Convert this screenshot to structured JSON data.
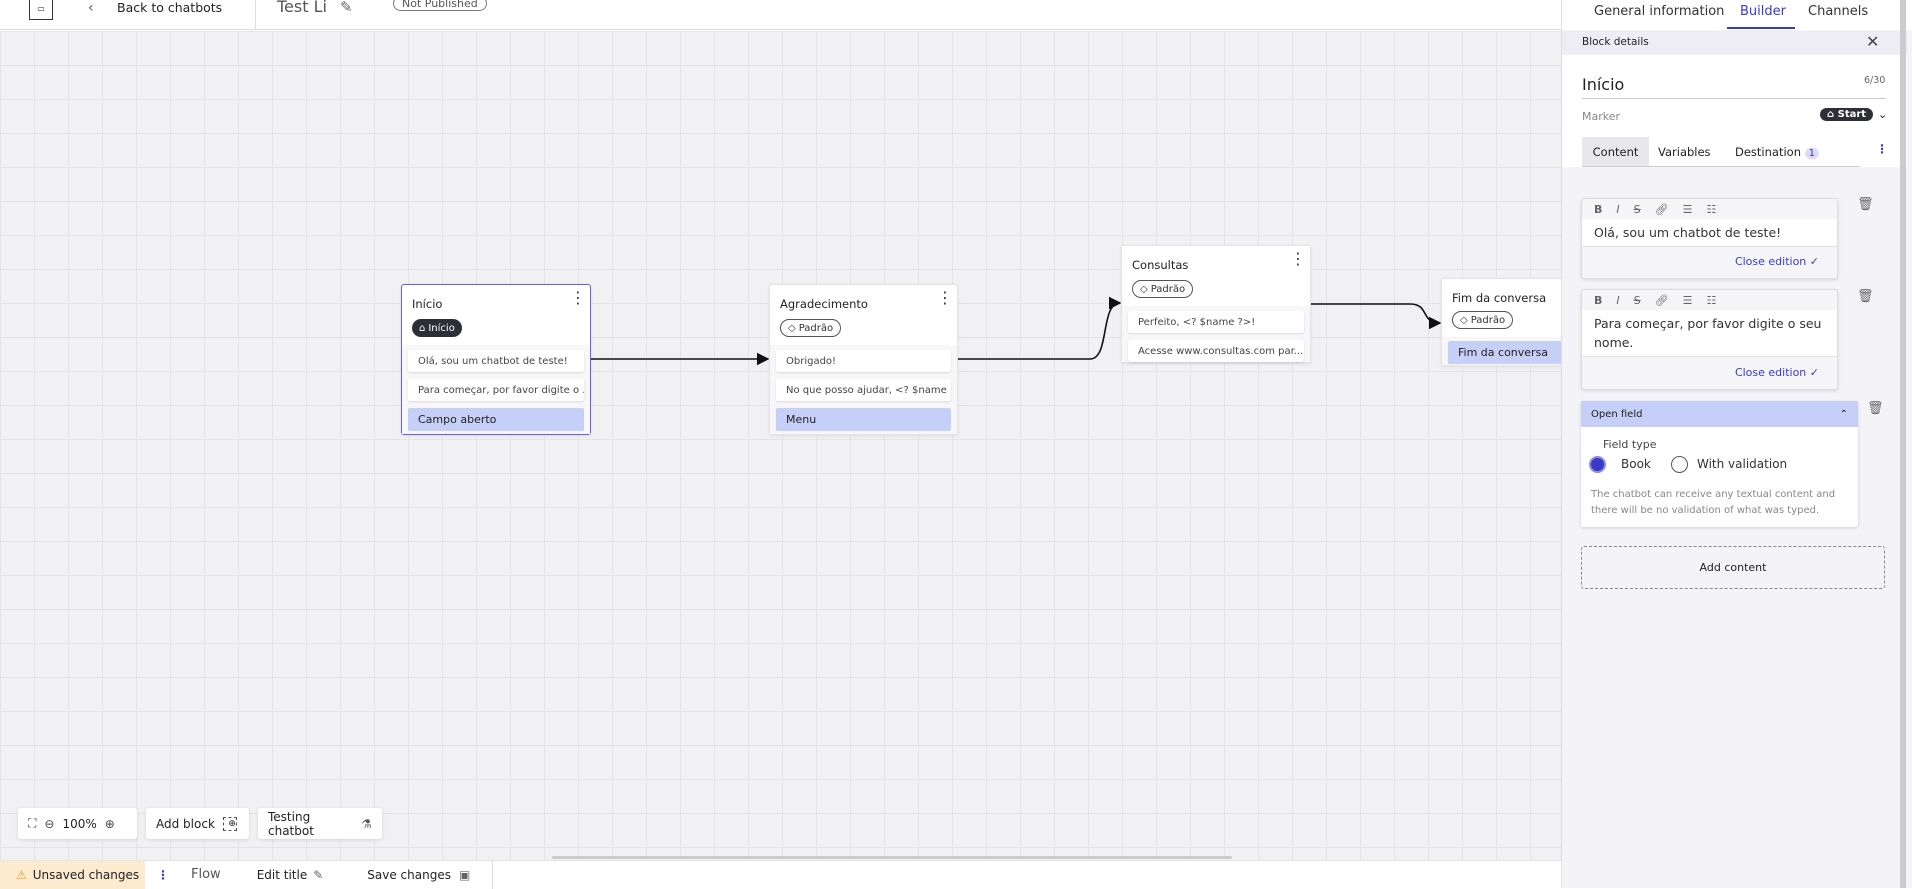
{
  "topbar": {
    "back_label": "Back to chatbots",
    "chatbot_title": "Test Li",
    "status_badge": "Not Published"
  },
  "panel_tabs": [
    {
      "label": "General information"
    },
    {
      "label": "Builder",
      "active": true
    },
    {
      "label": "Channels"
    }
  ],
  "block_details": {
    "header": "Block details",
    "title": "Início",
    "char_count": "6/30",
    "marker_label": "Marker",
    "marker_value": "Start",
    "tabs": [
      {
        "label": "Content",
        "active": true
      },
      {
        "label": "Variables"
      },
      {
        "label": "Destination",
        "badge": "1"
      }
    ],
    "editors": [
      {
        "text": "Olá, sou um chatbot de teste!",
        "close_label": "Close edition ✓"
      },
      {
        "text": "Para começar, por favor digite o seu nome.",
        "close_label": "Close edition ✓"
      }
    ],
    "toolbar_icons": [
      "B",
      "I",
      "S",
      "link",
      "bullet-list",
      "numbered-list"
    ],
    "open_field": {
      "title": "Open field",
      "field_type_label": "Field type",
      "options": [
        {
          "label": "Book",
          "selected": true
        },
        {
          "label": "With validation",
          "selected": false
        }
      ],
      "help": "The chatbot can receive any textual content and there will be no validation of what was typed."
    },
    "add_content": "Add content"
  },
  "nodes": [
    {
      "title": "Início",
      "tag": "Início",
      "tag_style": "dark",
      "messages": [
        "Olá, sou um chatbot de teste!",
        "Para começar, por favor digite o ..."
      ],
      "option": "Campo aberto"
    },
    {
      "title": "Agradecimento",
      "tag": "Padrão",
      "tag_style": "outline",
      "messages": [
        "Obrigado!",
        "No que posso ajudar, <? $name ..."
      ],
      "option": "Menu"
    },
    {
      "title": "Consultas",
      "tag": "Padrão",
      "tag_style": "outline",
      "messages": [
        "Perfeito, <? $name ?>!",
        "Acesse www.consultas.com par..."
      ]
    },
    {
      "title": "Fim da conversa",
      "tag": "Padrão",
      "tag_style": "outline",
      "option": "Fim da conversa"
    }
  ],
  "canvas_tools": {
    "zoom": "100%",
    "add_block": "Add block",
    "testing": "Testing chatbot"
  },
  "bottombar": {
    "unsaved": "Unsaved changes",
    "flow": "Flow",
    "edit_title": "Edit title",
    "save": "Save changes"
  },
  "colors": {
    "accent": "#3a3ac4",
    "option_bg": "#c6cff8",
    "warning_bg": "#fdebd0"
  }
}
